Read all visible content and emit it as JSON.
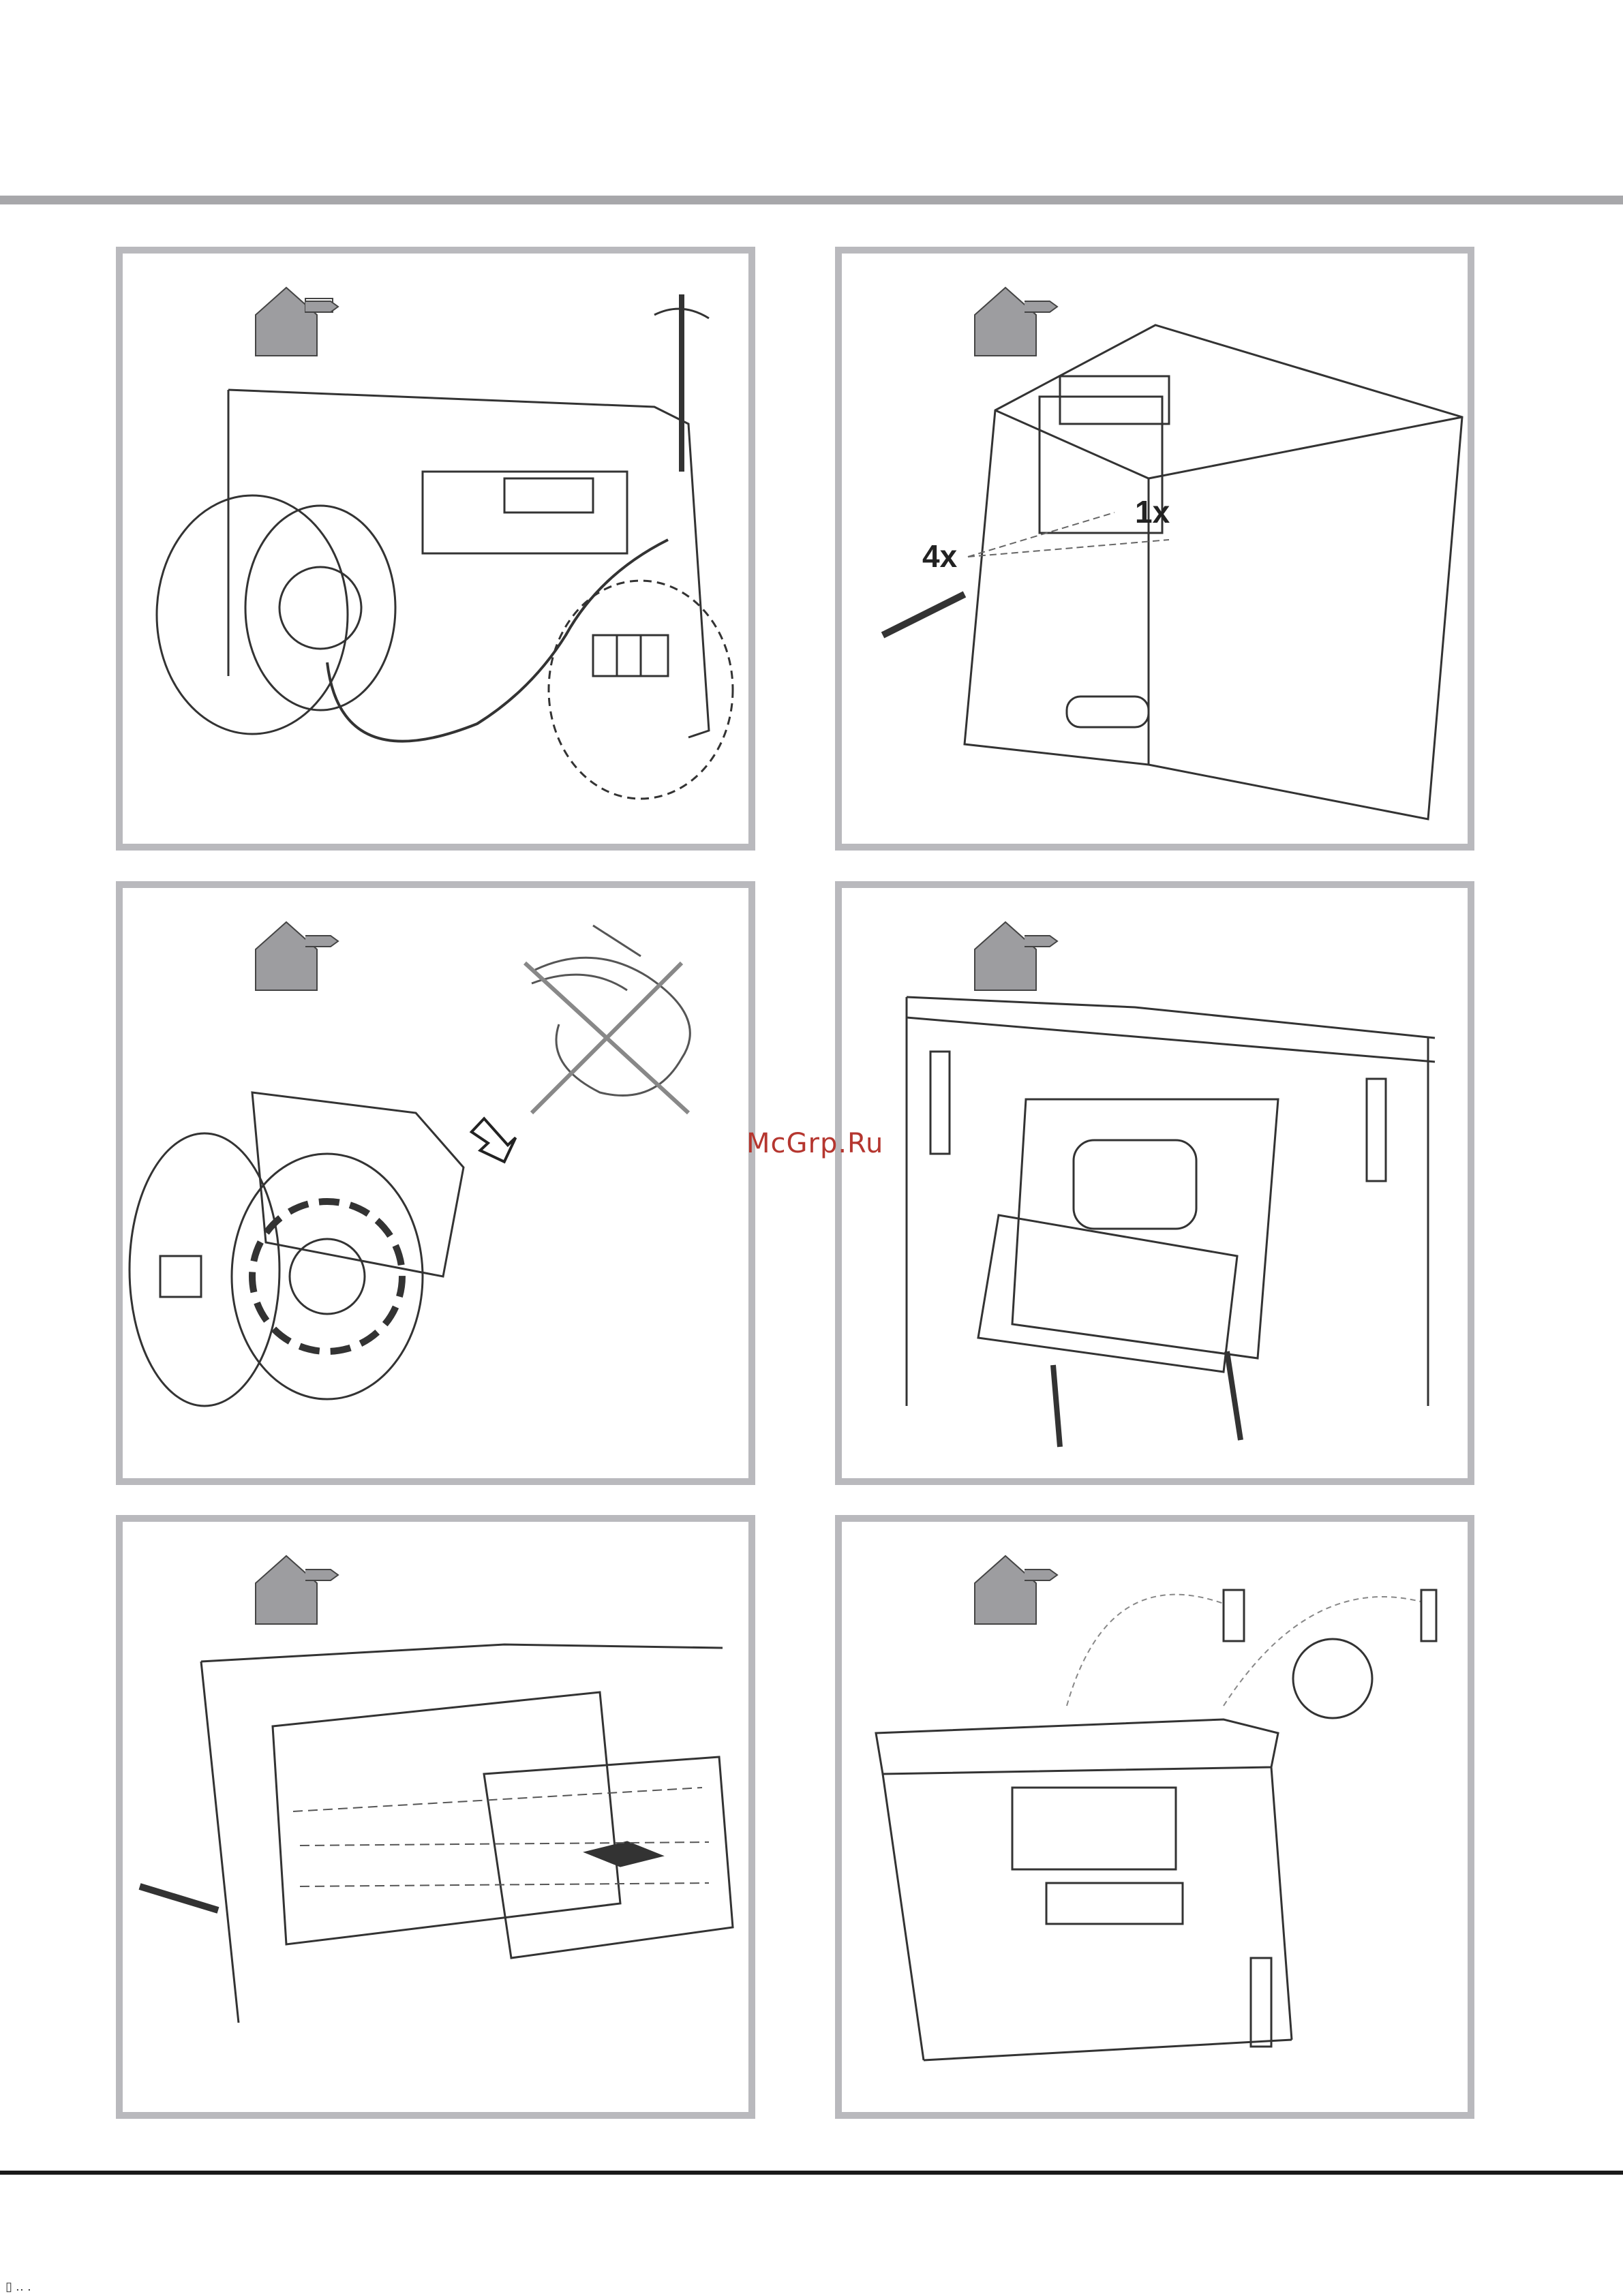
{
  "watermark": "McGrp.Ru",
  "panels": [
    {
      "id": "panel-1",
      "icon": "ducted-house-icon",
      "subject": "motor-wiring-terminal"
    },
    {
      "id": "panel-2",
      "icon": "ducted-house-icon",
      "subject": "duct-flange-screws",
      "callouts": {
        "screws": "4x",
        "flange": "1x"
      }
    },
    {
      "id": "panel-3",
      "icon": "ducted-house-icon",
      "subject": "remove-power-cord"
    },
    {
      "id": "panel-4",
      "icon": "ducted-house-icon",
      "subject": "mount-motor-plate"
    },
    {
      "id": "panel-5",
      "icon": "ducted-house-icon",
      "subject": "fix-cover-plate"
    },
    {
      "id": "panel-6",
      "icon": "ducted-house-icon",
      "subject": "wall-brackets-hood"
    }
  ],
  "colors": {
    "frame": "#b9b9bd",
    "top_rule": "#a7a7aa",
    "bottom_rule": "#1a1a1a",
    "icon_fill": "#9d9da0",
    "watermark": "#b5362f"
  },
  "footer": "▯ ‥ ․"
}
